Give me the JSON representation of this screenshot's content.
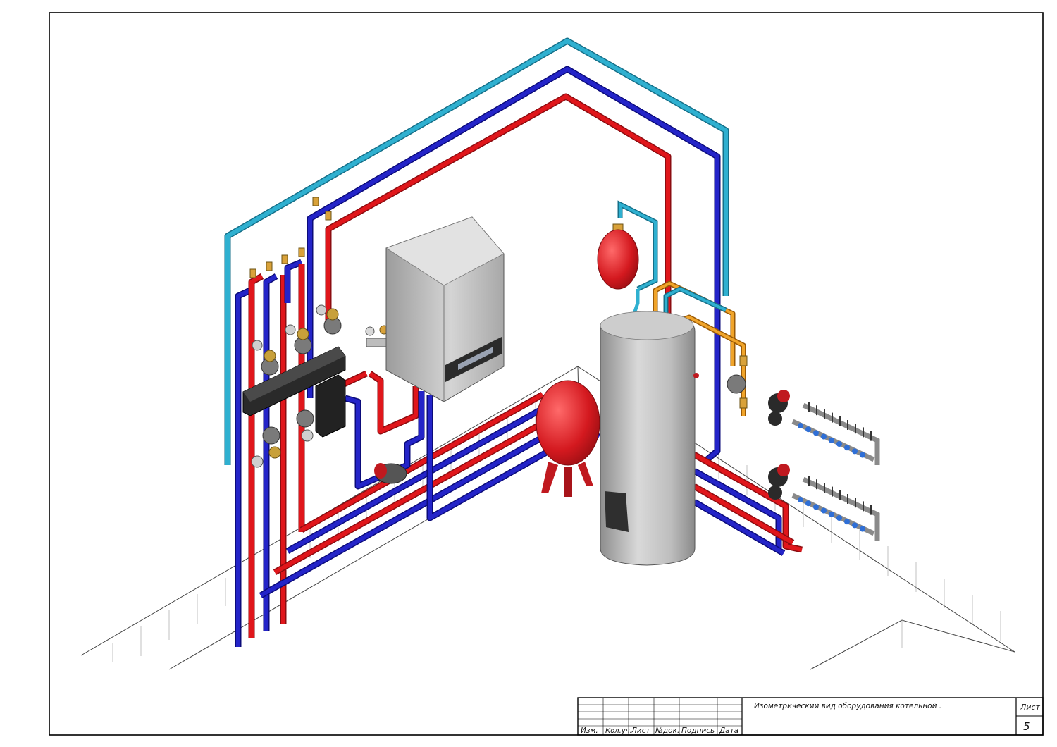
{
  "title_block": {
    "description": "Изометрический вид оборудования котельной .",
    "sheet_label": "Лист",
    "sheet_number": "5",
    "columns": [
      "Изм.",
      "Кол.уч.",
      "Лист",
      "№док.",
      "Подпись",
      "Дата"
    ]
  },
  "colors": {
    "supply": "#e0161b",
    "return": "#1a1ac2",
    "cold_water": "#2aa6c8",
    "hot_water": "#e89a1c",
    "equipment_gray": "#a9a9a9",
    "expansion_tank": "#d4191f"
  },
  "equipment": {
    "boiler": "wall-boiler",
    "water_heater": "indirect-water-heater",
    "expansion_tank_large": "expansion-tank-heating",
    "expansion_tank_small": "expansion-tank-dhw",
    "hydraulic_manifold": "distribution-manifold",
    "floor_manifolds": "underfloor-heating-manifold"
  }
}
